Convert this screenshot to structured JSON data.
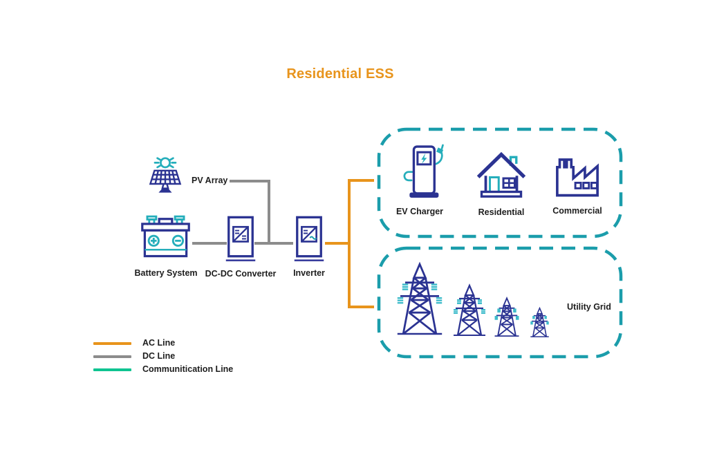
{
  "title": "Residential ESS",
  "colors": {
    "navy": "#2B3392",
    "teal": "#1B9DAB",
    "teal_light": "#3FBCCB",
    "orange": "#E8941C",
    "gray": "#8C8C8C",
    "green": "#0FC491"
  },
  "components": {
    "pv_array": {
      "label": "PV Array"
    },
    "battery": {
      "label": "Battery System"
    },
    "dc_dc": {
      "label": "DC-DC Converter"
    },
    "inverter": {
      "label": "Inverter"
    }
  },
  "load_group": {
    "items": [
      {
        "label": "EV Charger"
      },
      {
        "label": "Residential"
      },
      {
        "label": "Commercial"
      }
    ]
  },
  "grid_group": {
    "label": "Utility Grid",
    "tower_count": 4
  },
  "legend": [
    {
      "label": "AC Line",
      "color": "#E8941C"
    },
    {
      "label": "DC Line",
      "color": "#8C8C8C"
    },
    {
      "label": "Communitication Line",
      "color": "#0FC491"
    }
  ]
}
